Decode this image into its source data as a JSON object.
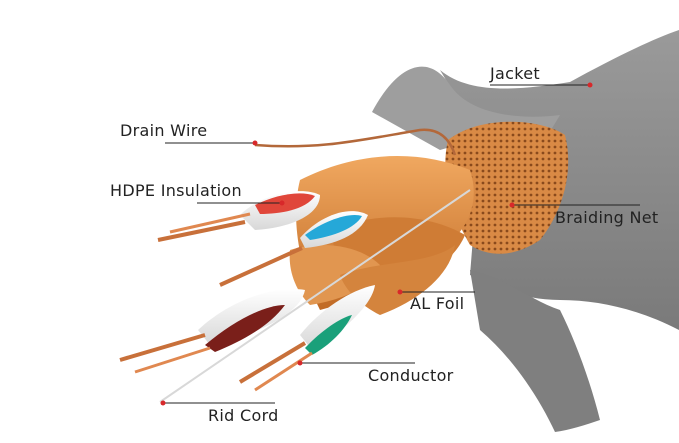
{
  "labels": {
    "jacket": "Jacket",
    "drain_wire": "Drain Wire",
    "hdpe_insulation": "HDPE Insulation",
    "braiding_net": "Braiding Net",
    "al_foil": "AL Foil",
    "conductor": "Conductor",
    "rid_cord": "Rid Cord"
  },
  "colors": {
    "jacket": "#8c8c8c",
    "foil": "#d98a3c",
    "braid": "#c97a3a",
    "copper": "#c8703a",
    "pair_red": "#e0463a",
    "pair_blue": "#25a8d8",
    "pair_brown": "#7a1f1a",
    "pair_green": "#1aa07a",
    "leader_dot": "#d8282a"
  }
}
